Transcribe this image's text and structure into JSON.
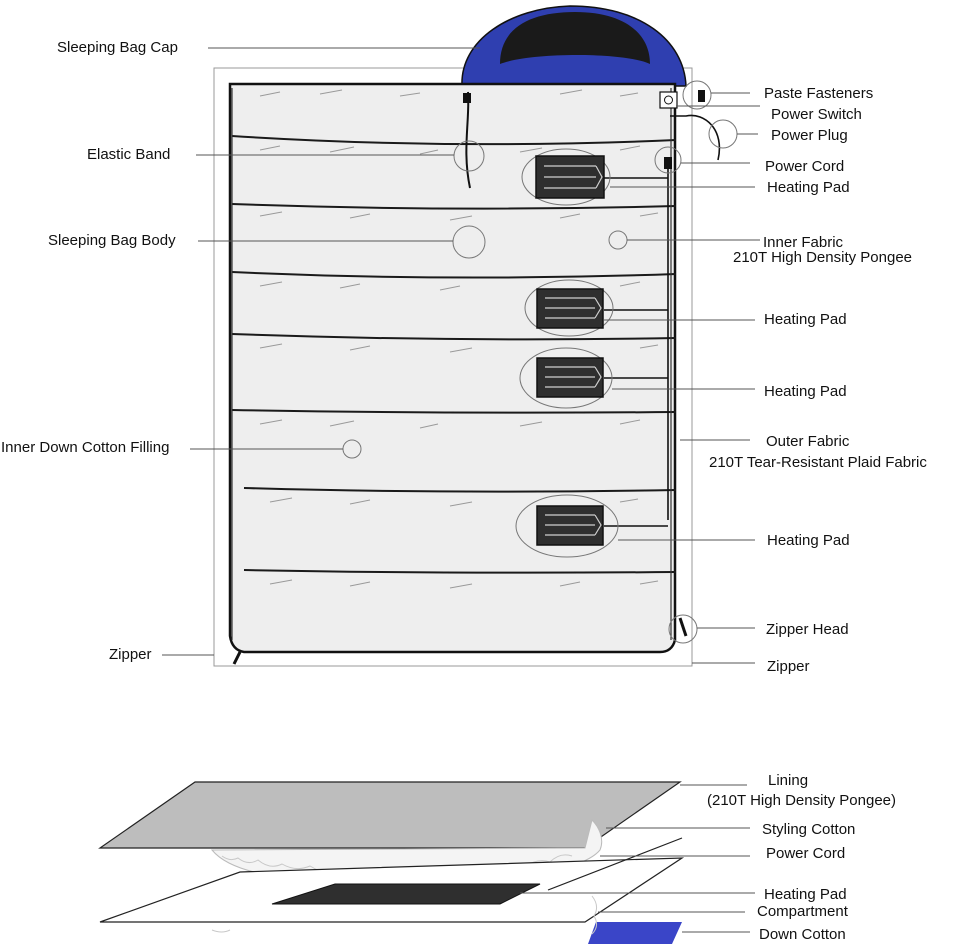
{
  "colors": {
    "cap_outer": "#2f3fb0",
    "cap_inner": "#1a1a1a",
    "body_fill": "#eeeeee",
    "heating_pad": "#2f2f2f",
    "down_cotton": "#3a45c8",
    "lining_fill": "#bdbdbd"
  },
  "labels": {
    "sleeping_bag_cap": "Sleeping Bag Cap",
    "elastic_band": "Elastic Band",
    "sleeping_bag_body": "Sleeping Bag Body",
    "inner_filling": "Inner Down Cotton Filling",
    "zipper_left": "Zipper",
    "paste_fasteners": "Paste Fasteners",
    "power_switch": "Power Switch",
    "power_plug": "Power Plug",
    "power_cord": "Power Cord",
    "heating_pad_1": "Heating Pad",
    "inner_fabric": "Inner Fabric",
    "inner_fabric_sub": "210T High Density Pongee",
    "heating_pad_2": "Heating Pad",
    "heating_pad_3": "Heating Pad",
    "outer_fabric": "Outer Fabric",
    "outer_fabric_sub": "210T Tear-Resistant Plaid Fabric",
    "heating_pad_4": "Heating Pad",
    "zipper_head": "Zipper Head",
    "zipper_right": "Zipper"
  },
  "layers": {
    "lining": "Lining",
    "lining_sub": "(210T High Density Pongee)",
    "styling_cotton": "Styling Cotton",
    "power_cord": "Power Cord",
    "heating_pad": "Heating Pad",
    "compartment": "Compartment",
    "down_cotton": "Down Cotton"
  }
}
